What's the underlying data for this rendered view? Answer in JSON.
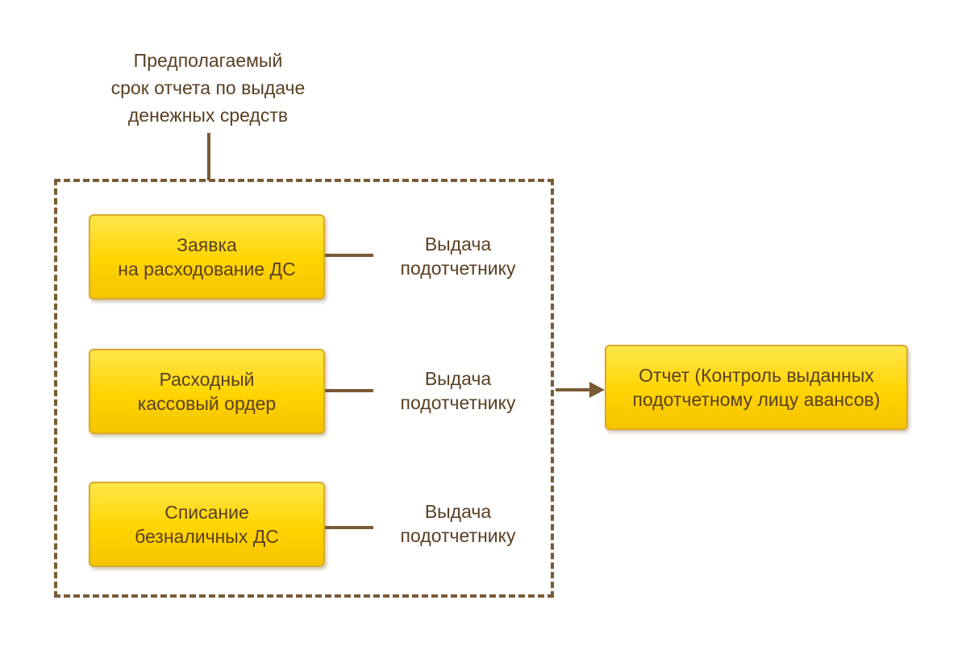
{
  "diagram": {
    "period_annotation": "Предполагаемый\nсрок отчета по выдаче\nденежных средств",
    "documents": [
      {
        "label": "Заявка\nна расходование ДС",
        "action": "Выдача\nподотчетнику"
      },
      {
        "label": "Расходный\nкассовый ордер",
        "action": "Выдача\nподотчетнику"
      },
      {
        "label": "Списание\nбезналичных ДС",
        "action": "Выдача\nподотчетнику"
      }
    ],
    "report": {
      "label": "Отчет (Контроль выданных\nподотчетному лицу авансов)"
    },
    "colors": {
      "box_fill": "#ffd400",
      "box_border": "#d9a92a",
      "line": "#7a5a36",
      "text": "#5a3f22"
    }
  }
}
